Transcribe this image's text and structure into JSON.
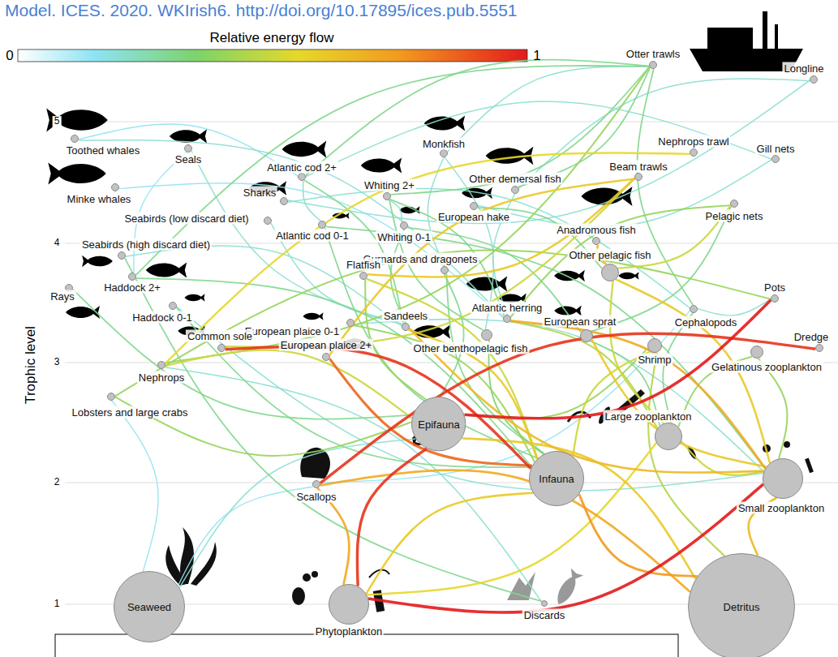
{
  "diagram": {
    "nodes": [
      {
        "text": [
          "Otter trawls"
        ]
      },
      {
        "text": [
          "Longline"
        ]
      },
      {
        "text": [
          "Toothed whales"
        ]
      },
      {
        "text": [
          "Seals"
        ]
      },
      {
        "text": [
          "Monkfish"
        ]
      },
      {
        "text": [
          "Atlantic cod 2+"
        ]
      },
      {
        "text": [
          "Whiting 2+"
        ]
      },
      {
        "text": [
          "Nephrops trawl"
        ]
      },
      {
        "text": [
          "Gill nets"
        ]
      },
      {
        "text": [
          "Beam trawls"
        ]
      },
      {
        "text": [
          "Other demersal fish"
        ]
      },
      {
        "text": [
          "Minke whales"
        ]
      },
      {
        "text": [
          "Sharks"
        ]
      },
      {
        "text": [
          "Seabirds (low discard diet)"
        ]
      },
      {
        "text": [
          "European hake"
        ]
      },
      {
        "text": [
          "Pelagic nets"
        ]
      },
      {
        "text": [
          "Atlantic cod 0-1"
        ]
      },
      {
        "text": [
          "Whiting 0-1"
        ]
      },
      {
        "text": [
          "Anadromous fish"
        ]
      },
      {
        "text": [
          "Seabirds (high discard diet)"
        ]
      },
      {
        "text": [
          "Gurnards and dragonets"
        ]
      },
      {
        "text": [
          "Other pelagic fish"
        ]
      },
      {
        "text": [
          "Flatfish"
        ]
      },
      {
        "text": [
          "Rays"
        ]
      },
      {
        "text": [
          "Haddock 2+"
        ]
      },
      {
        "text": [
          "Pots"
        ]
      },
      {
        "text": [
          "Haddock 0-1"
        ]
      },
      {
        "text": [
          "Atlantic herring"
        ]
      },
      {
        "text": [
          "Sandeels"
        ]
      },
      {
        "text": [
          "European sprat"
        ]
      },
      {
        "text": [
          "Cephalopods"
        ]
      },
      {
        "text": [
          "European plaice 0-1"
        ]
      },
      {
        "text": [
          "Dredge"
        ]
      },
      {
        "text": [
          "Other benthopelagic fish"
        ]
      },
      {
        "text": [
          "Shrimp"
        ]
      },
      {
        "text": [
          "Common sole"
        ]
      },
      {
        "text": [
          "European plaice 2+"
        ]
      },
      {
        "text": [
          "Nephrops"
        ]
      },
      {
        "text": [
          "Gelatinous zooplankton"
        ]
      },
      {
        "text": [
          "Lobsters and large crabs"
        ]
      },
      {
        "text": [
          "Epifauna"
        ]
      },
      {
        "text": [
          "Large zooplankton"
        ]
      },
      {
        "text": [
          "Infauna"
        ]
      },
      {
        "text": [
          "Small zooplankton"
        ]
      },
      {
        "text": [
          "Scallops"
        ]
      },
      {
        "text": [
          "Seaweed"
        ]
      },
      {
        "text": [
          "Phytoplankton"
        ]
      },
      {
        "text": [
          "Discards"
        ]
      },
      {
        "text": [
          "Detritus"
        ]
      }
    ],
    "edges": [
      {
        "from": 46,
        "to": 43,
        "arrow": "none"
      },
      {
        "from": 46,
        "to": 40,
        "arrow": "none"
      },
      {
        "from": 46,
        "to": 44,
        "arrow": "none"
      },
      {
        "from": 46,
        "to": 42,
        "arrow": "none"
      },
      {
        "from": 46,
        "to": 41,
        "arrow": "none"
      },
      {
        "from": 48,
        "to": 42,
        "arrow": "none"
      },
      {
        "from": 48,
        "to": 40,
        "arrow": "none"
      },
      {
        "from": 48,
        "to": 43,
        "arrow": "none"
      },
      {
        "from": 48,
        "to": 44,
        "arrow": "none"
      },
      {
        "from": 48,
        "to": 34,
        "arrow": "none"
      },
      {
        "from": 40,
        "to": 25,
        "arrow": "none"
      },
      {
        "from": 44,
        "to": 32,
        "arrow": "none"
      },
      {
        "from": 42,
        "to": 35,
        "arrow": "none"
      },
      {
        "from": 42,
        "to": 36,
        "arrow": "none"
      },
      {
        "from": 40,
        "to": 37,
        "arrow": "none"
      },
      {
        "from": 40,
        "to": 39,
        "arrow": "none"
      },
      {
        "from": 42,
        "to": 28,
        "arrow": "none"
      },
      {
        "from": 43,
        "to": 28,
        "arrow": "none"
      },
      {
        "from": 43,
        "to": 27,
        "arrow": "none"
      },
      {
        "from": 43,
        "to": 29,
        "arrow": "none"
      },
      {
        "from": 43,
        "to": 21,
        "arrow": "none"
      },
      {
        "from": 41,
        "to": 21,
        "arrow": "none"
      },
      {
        "from": 41,
        "to": 27,
        "arrow": "none"
      },
      {
        "from": 41,
        "to": 38,
        "arrow": "none"
      },
      {
        "from": 43,
        "to": 38,
        "arrow": "none"
      },
      {
        "from": 43,
        "to": 41,
        "arrow": "none"
      },
      {
        "from": 42,
        "to": 22,
        "arrow": "none"
      },
      {
        "from": 40,
        "to": 22,
        "arrow": "none"
      },
      {
        "from": 40,
        "to": 20,
        "arrow": "none"
      },
      {
        "from": 42,
        "to": 33,
        "arrow": "none"
      },
      {
        "from": 40,
        "to": 34,
        "arrow": "none"
      },
      {
        "from": 42,
        "to": 34,
        "arrow": "none"
      },
      {
        "from": 28,
        "to": 5,
        "arrow": "none"
      },
      {
        "from": 27,
        "to": 10,
        "arrow": "none"
      },
      {
        "from": 29,
        "to": 17,
        "arrow": "none"
      },
      {
        "from": 28,
        "to": 17,
        "arrow": "none"
      },
      {
        "from": 27,
        "to": 6,
        "arrow": "none"
      },
      {
        "from": 21,
        "to": 18,
        "arrow": "none"
      },
      {
        "from": 21,
        "to": 14,
        "arrow": "none"
      },
      {
        "from": 33,
        "to": 6,
        "arrow": "none"
      },
      {
        "from": 22,
        "to": 9,
        "arrow": "none"
      },
      {
        "from": 36,
        "to": 9,
        "arrow": "none"
      },
      {
        "from": 35,
        "to": 9,
        "arrow": "none"
      },
      {
        "from": 37,
        "to": 7,
        "arrow": "none"
      },
      {
        "from": 37,
        "to": 0,
        "arrow": "none"
      },
      {
        "from": 30,
        "to": 0,
        "arrow": "none"
      },
      {
        "from": 10,
        "to": 0,
        "arrow": "none"
      },
      {
        "from": 5,
        "to": 0,
        "arrow": "none"
      },
      {
        "from": 6,
        "to": 0,
        "arrow": "none"
      },
      {
        "from": 24,
        "to": 0,
        "arrow": "none"
      },
      {
        "from": 21,
        "to": 15,
        "arrow": "none"
      },
      {
        "from": 27,
        "to": 15,
        "arrow": "none"
      },
      {
        "from": 29,
        "to": 15,
        "arrow": "none"
      },
      {
        "from": 39,
        "to": 25,
        "arrow": "none"
      },
      {
        "from": 30,
        "to": 25,
        "arrow": "none"
      },
      {
        "from": 10,
        "to": 1,
        "arrow": "none"
      },
      {
        "from": 12,
        "to": 1,
        "arrow": "none"
      },
      {
        "from": 5,
        "to": 8,
        "arrow": "none"
      },
      {
        "from": 14,
        "to": 8,
        "arrow": "none"
      },
      {
        "from": 4,
        "to": 0,
        "arrow": "none"
      },
      {
        "from": 5,
        "to": 2,
        "arrow": "none"
      },
      {
        "from": 24,
        "to": 3,
        "arrow": "none"
      },
      {
        "from": 27,
        "to": 11,
        "arrow": "none"
      },
      {
        "from": 28,
        "to": 13,
        "arrow": "none"
      },
      {
        "from": 28,
        "to": 19,
        "arrow": "none"
      },
      {
        "from": 47,
        "to": 19,
        "arrow": "none"
      },
      {
        "from": 47,
        "to": 37,
        "arrow": "none"
      },
      {
        "from": 45,
        "to": 40,
        "arrow": "none"
      },
      {
        "from": 45,
        "to": 39,
        "arrow": "none"
      },
      {
        "from": 45,
        "to": 44,
        "arrow": "none"
      },
      {
        "from": 44,
        "to": 30,
        "arrow": "none"
      },
      {
        "from": 42,
        "to": 26,
        "arrow": "none"
      },
      {
        "from": 42,
        "to": 24,
        "arrow": "none"
      },
      {
        "from": 40,
        "to": 23,
        "arrow": "none"
      },
      {
        "from": 42,
        "to": 31,
        "arrow": "none"
      },
      {
        "from": 42,
        "to": 16,
        "arrow": "none"
      },
      {
        "from": 43,
        "to": 16,
        "arrow": "none"
      },
      {
        "from": 42,
        "to": 20,
        "arrow": "none"
      },
      {
        "from": 33,
        "to": 4,
        "arrow": "none"
      },
      {
        "from": 20,
        "to": 4,
        "arrow": "none"
      },
      {
        "from": 17,
        "to": 6,
        "arrow": "none"
      },
      {
        "from": 16,
        "to": 5,
        "arrow": "none"
      },
      {
        "from": 30,
        "to": 12,
        "arrow": "none"
      },
      {
        "from": 28,
        "to": 3,
        "arrow": "none"
      },
      {
        "from": 27,
        "to": 2,
        "arrow": "none"
      },
      {
        "from": 43,
        "to": 26,
        "arrow": "none"
      },
      {
        "from": 43,
        "to": 31,
        "arrow": "none"
      },
      {
        "from": 41,
        "to": 30,
        "arrow": "none"
      },
      {
        "from": 41,
        "to": 29,
        "arrow": "none"
      }
    ],
    "labels": [
      "Model. ICES. 2020. WKIrish6. http://doi.org/10.17895/ices.pub.5551",
      "Relative energy flow",
      "0",
      "1",
      "Trophic level",
      "5",
      "4",
      "3",
      "2",
      "1"
    ]
  }
}
